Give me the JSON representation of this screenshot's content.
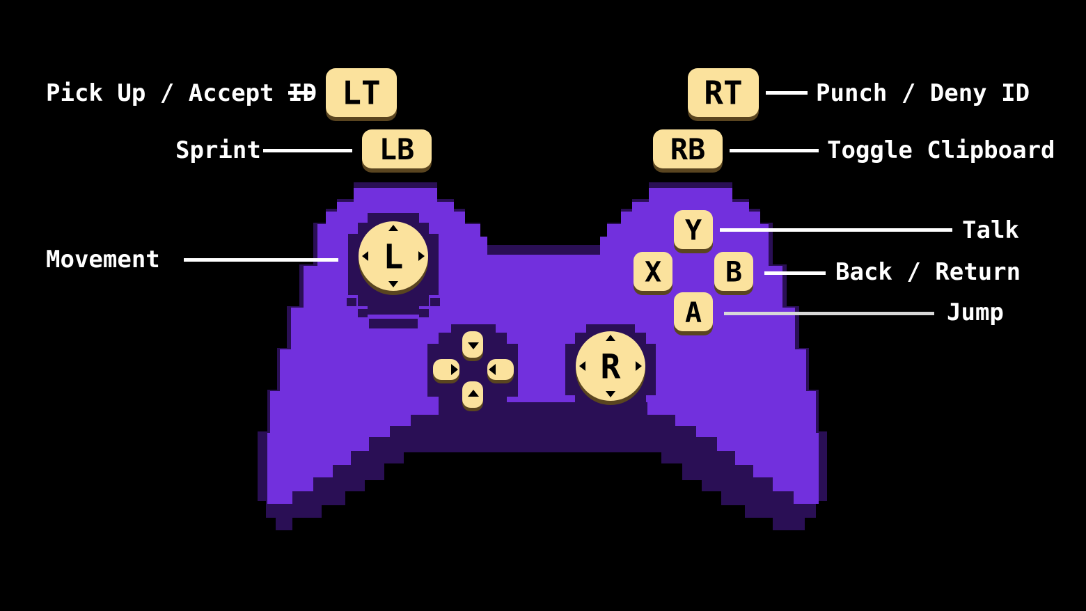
{
  "colors": {
    "background": "#000000",
    "controller_body": "#7230dd",
    "controller_shadow": "#2a0f55",
    "button_face": "#fbe29d",
    "button_shadow": "#5a4520",
    "label_text": "#ffffff"
  },
  "buttons": {
    "lt": "LT",
    "rt": "RT",
    "lb": "LB",
    "rb": "RB",
    "left_stick": "L",
    "right_stick": "R",
    "y": "Y",
    "x": "X",
    "b": "B",
    "a": "A"
  },
  "labels": {
    "lt": "Pick Up / Accept ID",
    "lb": "Sprint",
    "rt": "Punch / Deny ID",
    "rb": "Toggle Clipboard",
    "left_stick": "Movement",
    "y": "Talk",
    "b": "Back / Return",
    "a": "Jump"
  }
}
